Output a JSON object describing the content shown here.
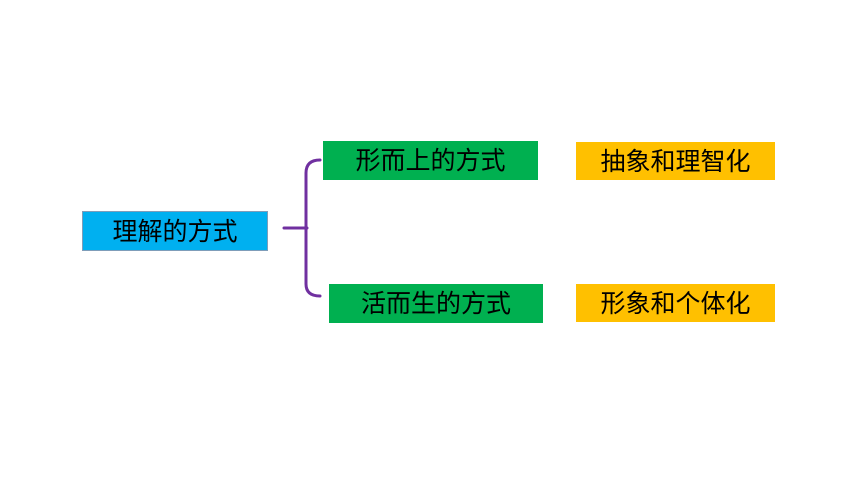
{
  "diagram": {
    "root": {
      "label": "理解的方式",
      "color": "#00B0F0"
    },
    "branches": [
      {
        "label": "形而上的方式",
        "color": "#00B050",
        "result": {
          "label": "抽象和理智化",
          "color": "#FFC000"
        }
      },
      {
        "label": "活而生的方式",
        "color": "#00B050",
        "result": {
          "label": "形象和个体化",
          "color": "#FFC000"
        }
      }
    ],
    "connector_color": "#7030A0"
  }
}
